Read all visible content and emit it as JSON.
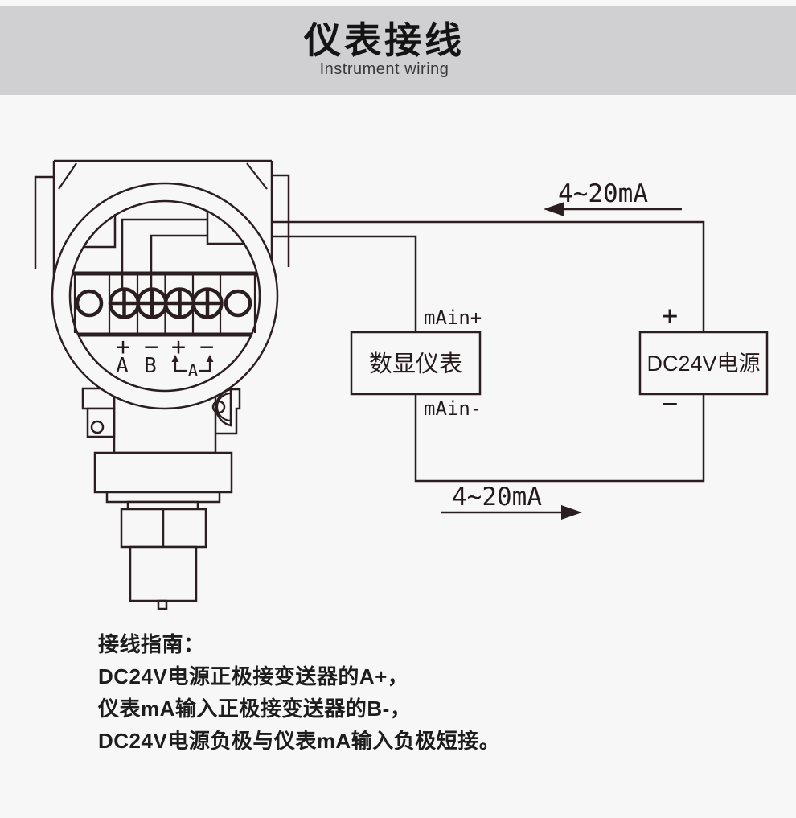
{
  "header": {
    "title": "仪表接线",
    "subtitle": "Instrument wiring"
  },
  "colors": {
    "band": "#d0cfd1",
    "page": "#f7f7f7",
    "line": "#2a1e21",
    "text": "#1d1d1d"
  },
  "diagram": {
    "loop_current_top": "4~20mA",
    "loop_current_bottom": "4~20mA",
    "meter": {
      "label": "数显仪表",
      "input_pos": "mAin+",
      "input_neg": "mAin-"
    },
    "power": {
      "label": "DC24V电源",
      "pos": "+",
      "neg": "−"
    },
    "terminals": {
      "t1_sign": "+",
      "t2_sign": "−",
      "t3_sign": "+",
      "t4_sign": "−",
      "t1_name": "A",
      "t2_name": "B",
      "t34_name": "A"
    }
  },
  "guide": {
    "title": "接线指南：",
    "lines": [
      "DC24V电源正极接变送器的A+，",
      "仪表mA输入正极接变送器的B-，",
      "DC24V电源负极与仪表mA输入负极短接。"
    ]
  }
}
